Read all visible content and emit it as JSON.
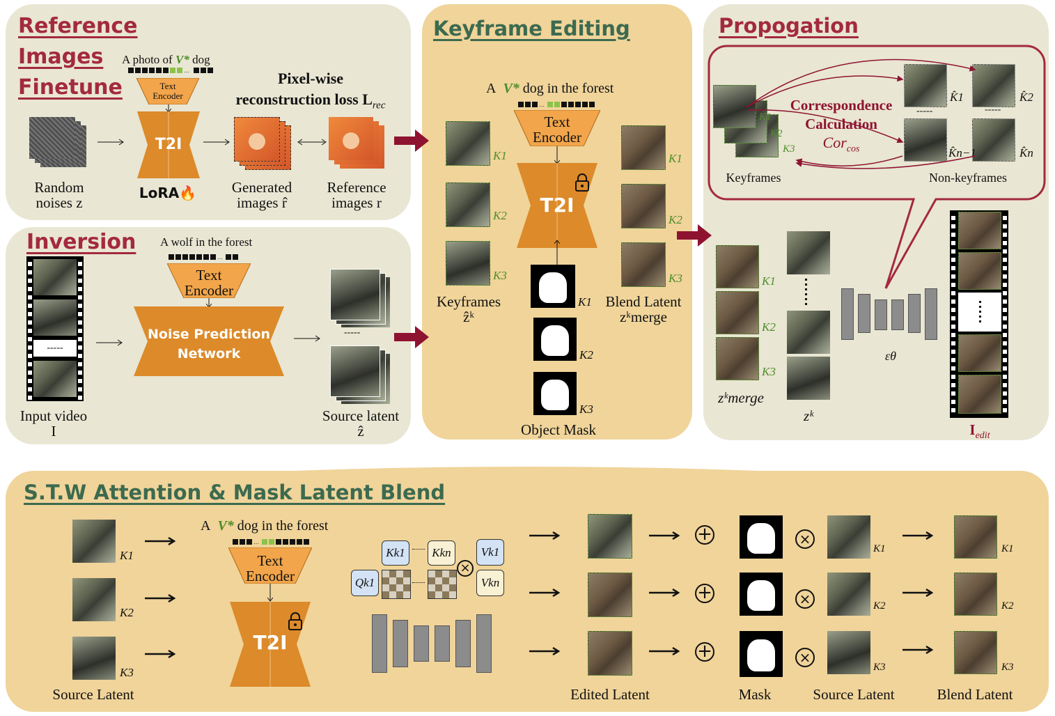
{
  "finetune": {
    "title": "Reference\nImages\nFinetune",
    "prompt": "A photo of V* dog",
    "encoder": "Text\nEncoder",
    "t2i": "T2I",
    "lora": "LoRA🔥",
    "loss_title": "Pixel-wise\nreconstruction loss L",
    "loss_sub": "rec",
    "noise_label": "Random\nnoises z",
    "gen_label": "Generated\nimages r̂",
    "ref_label": "Reference\nimages r"
  },
  "inversion": {
    "title": "Inversion",
    "prompt": "A wolf in the forest",
    "encoder": "Text\nEncoder",
    "network": "Noise Prediction\nNetwork",
    "input_label": "Input video\nI",
    "source_label": "Source latent\nẑ",
    "dots": "-----"
  },
  "keyframe": {
    "title": "Keyframe Editing",
    "prompt": "A  V* dog in the forest",
    "encoder": "Text\nEncoder",
    "t2i": "T2I",
    "keys": [
      "K1",
      "K2",
      "K3"
    ],
    "keyframes_label": "Keyframes\nẑᵏ",
    "blend_label": "Blend Latent\nzᵏmerge",
    "mask_label": "Object Mask"
  },
  "propagation": {
    "title": "Propogation",
    "corr_title": "Correspondence\nCalculation",
    "corr_sub": "Corcos",
    "keyframes_label": "Keyframes",
    "nonkey_label": "Non-keyframes",
    "khat": [
      "K̂1",
      "K̂2",
      "K̂n−1",
      "K̂n"
    ],
    "eps": "εθ",
    "zmerge": "zᵏmerge",
    "zk": "zᵏ",
    "iedit": "Iedit",
    "dots": "-----"
  },
  "stw": {
    "title": "S.T.W Attention & Mask Latent Blend",
    "prompt": "A  V* dog in the forest",
    "encoder": "Text\nEncoder",
    "t2i": "T2I",
    "q": "Qk1",
    "k1": "Kk1",
    "kn": "Kkn",
    "v1": "Vk1",
    "vn": "Vkn",
    "source_latent": "Source Latent",
    "edited_latent": "Edited Latent",
    "mask": "Mask",
    "source_latent2": "Source Latent",
    "blend_latent": "Blend Latent"
  },
  "colors": {
    "panel_beige": "#e9e6d3",
    "panel_tan": "#f0d49a",
    "orange": "#dc8a2a",
    "arrow": "#8e1330",
    "title_red": "#a32a3c",
    "title_green": "#3c6a4f"
  }
}
